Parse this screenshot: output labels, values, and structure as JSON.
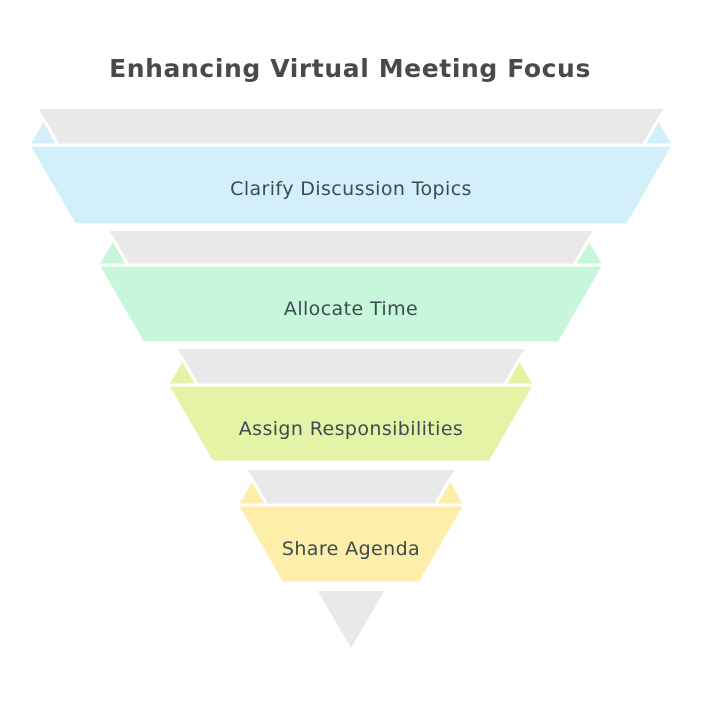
{
  "title": "Enhancing Virtual Meeting Focus",
  "colors": {
    "background": "#ffffff",
    "funnel_gray": "#e9e9e9",
    "title_text": "#4a4a4a",
    "label_text": "#3d4a52",
    "stage1": "#d3f0fa",
    "stage2": "#c7f6da",
    "stage3": "#e4f3a6",
    "stage4": "#fdefaa"
  },
  "funnel": {
    "stages": [
      {
        "label": "Clarify Discussion Topics",
        "color": "#d3f0fa"
      },
      {
        "label": "Allocate Time",
        "color": "#c7f6da"
      },
      {
        "label": "Assign Responsibilities",
        "color": "#e4f3a6"
      },
      {
        "label": "Share Agenda",
        "color": "#fdefaa"
      }
    ]
  }
}
